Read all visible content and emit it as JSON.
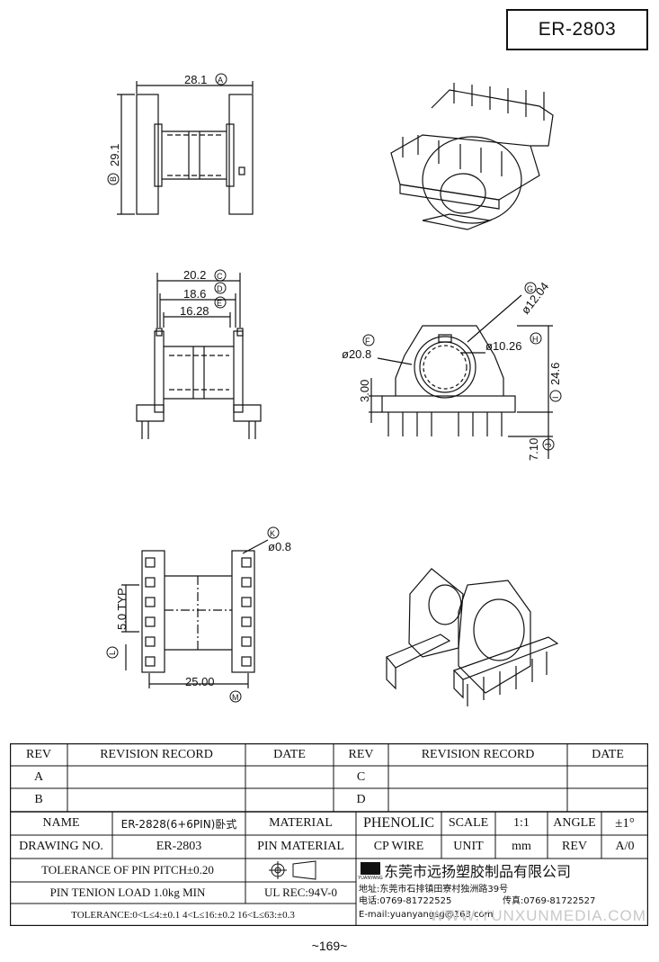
{
  "drawing_title": "ER-2803",
  "page_number": "~169~",
  "watermark": "WWW.YUNXUNMEDIA.COM",
  "dimensions": {
    "top_width": "28.1",
    "top_width_ref": "A",
    "top_height": "29.1",
    "top_height_ref": "B",
    "side_w1": "20.2",
    "side_w1_ref": "C",
    "side_w2": "18.6",
    "side_w2_ref": "D",
    "side_w3": "16.28",
    "side_w3_ref": "E",
    "front_d1": "ø20.8",
    "front_d1_ref": "F",
    "front_d2": "ø12.04",
    "front_d2_ref": "G",
    "front_d3": "ø10.26",
    "front_d3_ref": "H",
    "front_h1": "3.00",
    "front_h2": "24.6",
    "front_h2_ref": "I",
    "front_h3": "7.10",
    "front_h3_ref": "J",
    "bottom_pin": "ø0.8",
    "bottom_pin_ref": "K",
    "bottom_pitch": "5.0 TYP",
    "bottom_pitch_ref": "L",
    "bottom_width": "25.00",
    "bottom_width_ref": "M"
  },
  "table": {
    "rev_header": "REV",
    "revision_record_header": "REVISION RECORD",
    "date_header": "DATE",
    "rev_a": "A",
    "rev_b": "B",
    "rev_c": "C",
    "rev_d": "D",
    "name_label": "NAME",
    "name_value": "ER-2828(6+6PIN)卧式",
    "material_label": "MATERIAL",
    "material_value": "PHENOLIC",
    "scale_label": "SCALE",
    "scale_value": "1:1",
    "angle_label": "ANGLE",
    "angle_value": "±1°",
    "drawing_no_label": "DRAWING NO.",
    "drawing_no_value": "ER-2803",
    "pin_material_label": "PIN MATERIAL",
    "pin_material_value": "CP WIRE",
    "unit_label": "UNIT",
    "unit_value": "mm",
    "rev_label": "REV",
    "rev_value": "A/0",
    "tolerance_pitch": "TOLERANCE OF PIN PITCH±0.20",
    "pin_tension": "PIN TENION LOAD 1.0kg MIN",
    "ul_rec": "UL REC:94V-0",
    "tolerance_ranges": "TOLERANCE:0<L≤4:±0.1  4<L≤16:±0.2  16<L≤63:±0.3",
    "company_name": "东莞市远扬塑胶制品有限公司",
    "logo_text": "YUANYANG",
    "address": "地址:东莞市石排镇田寮村独洲路39号",
    "phone": "电话:0769-81722525",
    "fax": "传真:0769-81722527",
    "email": "E-mail:yuanyangsg@163.com"
  }
}
